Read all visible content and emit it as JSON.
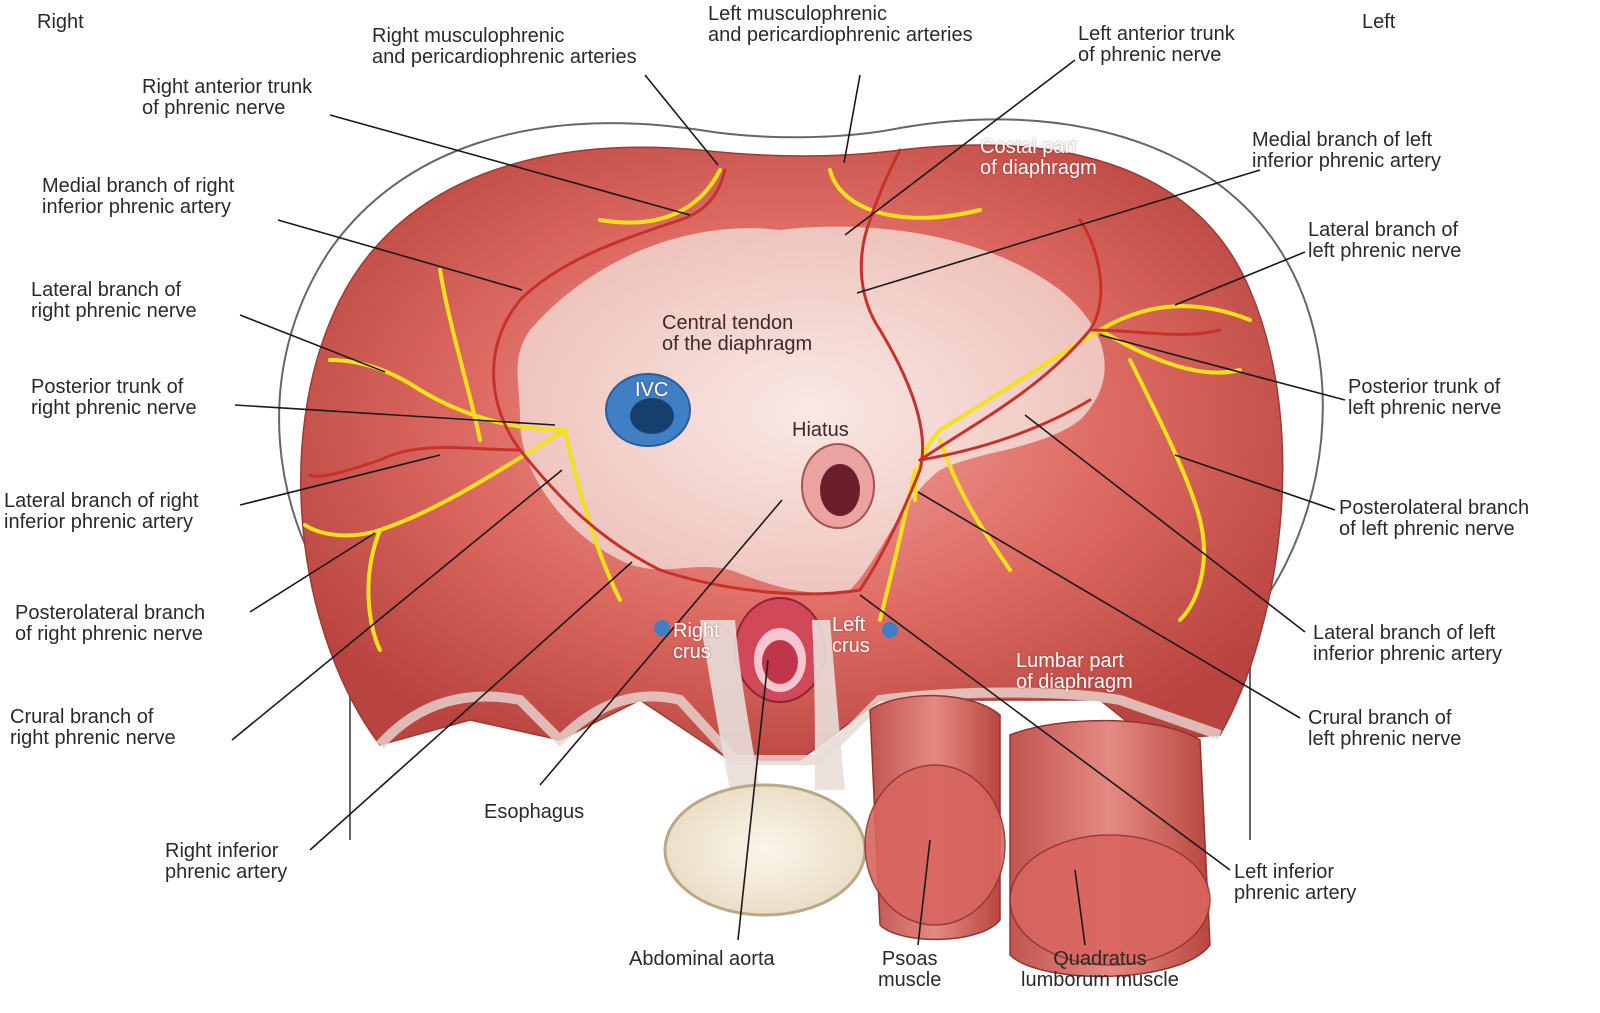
{
  "orientation": {
    "right": "Right",
    "left": "Left"
  },
  "colors": {
    "muscle": "#d9645d",
    "muscle_dark": "#b8433f",
    "tendon": "#f3dcd7",
    "nerve": "#f2e21c",
    "artery": "#c8302b",
    "vein": "#3f7fc4",
    "bone": "#f4ead8",
    "outline": "#555555"
  },
  "labels": {
    "r_musculophrenic": [
      "Right musculophrenic",
      "and pericardiophrenic arteries"
    ],
    "l_musculophrenic": [
      "Left musculophrenic",
      "and pericardiophrenic arteries"
    ],
    "l_anterior_trunk": [
      "Left anterior trunk",
      "of phrenic nerve"
    ],
    "r_anterior_trunk": [
      "Right anterior trunk",
      "of phrenic nerve"
    ],
    "costal_part": [
      "Costal part",
      "of diaphragm"
    ],
    "medial_branch_left_ipa": [
      "Medial branch of left",
      "inferior phrenic artery"
    ],
    "medial_branch_right_ipa": [
      "Medial branch of right",
      "inferior phrenic artery"
    ],
    "lateral_branch_left_pn": [
      "Lateral branch of",
      "left phrenic nerve"
    ],
    "lateral_branch_right_pn": [
      "Lateral branch of",
      "right phrenic nerve"
    ],
    "central_tendon": [
      "Central tendon",
      "of the diaphragm"
    ],
    "ivc": "IVC",
    "hiatus": "Hiatus",
    "posterior_trunk_right_pn": [
      "Posterior trunk of",
      "right phrenic nerve"
    ],
    "posterior_trunk_left_pn": [
      "Posterior trunk of",
      "left phrenic nerve"
    ],
    "lateral_branch_right_ipa": [
      "Lateral branch of right",
      "inferior phrenic artery"
    ],
    "posterolateral_left_pn": [
      "Posterolateral branch",
      "of left phrenic nerve"
    ],
    "posterolateral_right_pn": [
      "Posterolateral branch",
      "of right phrenic nerve"
    ],
    "lateral_branch_left_ipa": [
      "Lateral branch of left",
      "inferior phrenic artery"
    ],
    "right_crus": [
      "Right",
      "crus"
    ],
    "left_crus": [
      "Left",
      "crus"
    ],
    "lumbar_part": [
      "Lumbar part",
      "of diaphragm"
    ],
    "crural_right_pn": [
      "Crural branch of",
      "right phrenic nerve"
    ],
    "crural_left_pn": [
      "Crural branch of",
      "left phrenic nerve"
    ],
    "esophagus": "Esophagus",
    "right_ipa": [
      "Right inferior",
      "phrenic artery"
    ],
    "left_ipa": [
      "Left inferior",
      "phrenic artery"
    ],
    "abdominal_aorta": "Abdominal aorta",
    "psoas": [
      "Psoas",
      "muscle"
    ],
    "quadratus": [
      "Quadratus",
      "lumborum muscle"
    ]
  }
}
